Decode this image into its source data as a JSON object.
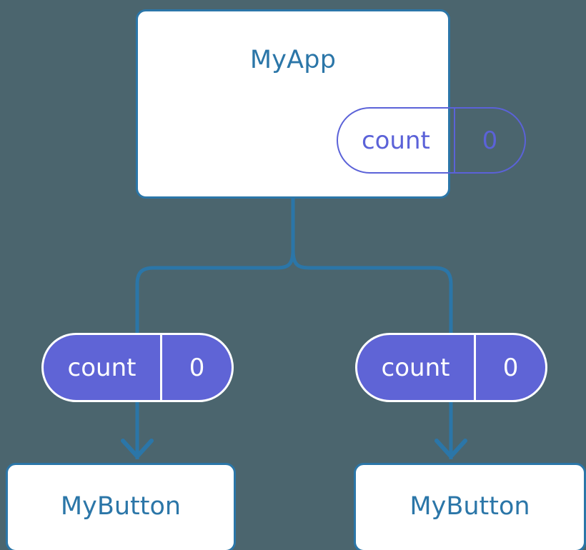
{
  "diagram": {
    "title_semantic": "react-component-state-tree",
    "background_color": "#4b656e",
    "palette": {
      "component_border": "#2b76a8",
      "component_fill": "#ffffff",
      "component_text": "#2b76a8",
      "state_fill": "#5f64d6",
      "state_outline": "#5b62d8",
      "state_text_on_fill": "#ffffff",
      "edge_color": "#2b76a8"
    },
    "root": {
      "label": "MyApp",
      "state": {
        "key": "count",
        "value": "0"
      }
    },
    "children": [
      {
        "state": {
          "key": "count",
          "value": "0"
        },
        "component": {
          "label": "MyButton"
        }
      },
      {
        "state": {
          "key": "count",
          "value": "0"
        },
        "component": {
          "label": "MyButton"
        }
      }
    ]
  }
}
